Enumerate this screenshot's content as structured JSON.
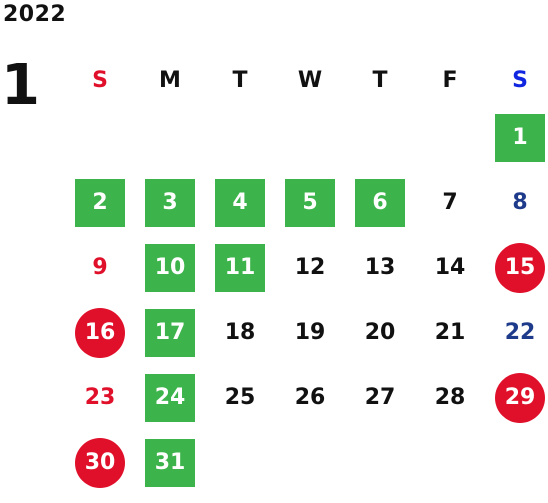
{
  "calendar": {
    "year": "2022",
    "month": "1",
    "weekdays": [
      {
        "label": "S",
        "color": "#e0102b"
      },
      {
        "label": "M",
        "color": "#111111"
      },
      {
        "label": "T",
        "color": "#111111"
      },
      {
        "label": "W",
        "color": "#111111"
      },
      {
        "label": "T",
        "color": "#111111"
      },
      {
        "label": "F",
        "color": "#111111"
      },
      {
        "label": "S",
        "color": "#1026e0"
      }
    ],
    "start_weekday_index": 6,
    "days": [
      {
        "day": "1",
        "style": "green"
      },
      {
        "day": "2",
        "style": "green"
      },
      {
        "day": "3",
        "style": "green"
      },
      {
        "day": "4",
        "style": "green"
      },
      {
        "day": "5",
        "style": "green"
      },
      {
        "day": "6",
        "style": "green"
      },
      {
        "day": "7",
        "style": "plain"
      },
      {
        "day": "8",
        "style": "saturday"
      },
      {
        "day": "9",
        "style": "sunday"
      },
      {
        "day": "10",
        "style": "green"
      },
      {
        "day": "11",
        "style": "green"
      },
      {
        "day": "12",
        "style": "plain"
      },
      {
        "day": "13",
        "style": "plain"
      },
      {
        "day": "14",
        "style": "plain"
      },
      {
        "day": "15",
        "style": "red-circle"
      },
      {
        "day": "16",
        "style": "red-circle"
      },
      {
        "day": "17",
        "style": "green"
      },
      {
        "day": "18",
        "style": "plain"
      },
      {
        "day": "19",
        "style": "plain"
      },
      {
        "day": "20",
        "style": "plain"
      },
      {
        "day": "21",
        "style": "plain"
      },
      {
        "day": "22",
        "style": "saturday"
      },
      {
        "day": "23",
        "style": "sunday"
      },
      {
        "day": "24",
        "style": "green"
      },
      {
        "day": "25",
        "style": "plain"
      },
      {
        "day": "26",
        "style": "plain"
      },
      {
        "day": "27",
        "style": "plain"
      },
      {
        "day": "28",
        "style": "plain"
      },
      {
        "day": "29",
        "style": "red-circle"
      },
      {
        "day": "30",
        "style": "red-circle"
      },
      {
        "day": "31",
        "style": "green"
      }
    ],
    "colors": {
      "green": "#3cb44b",
      "red": "#e0102b",
      "blue": "#1e3a8a",
      "text": "#111111"
    }
  }
}
